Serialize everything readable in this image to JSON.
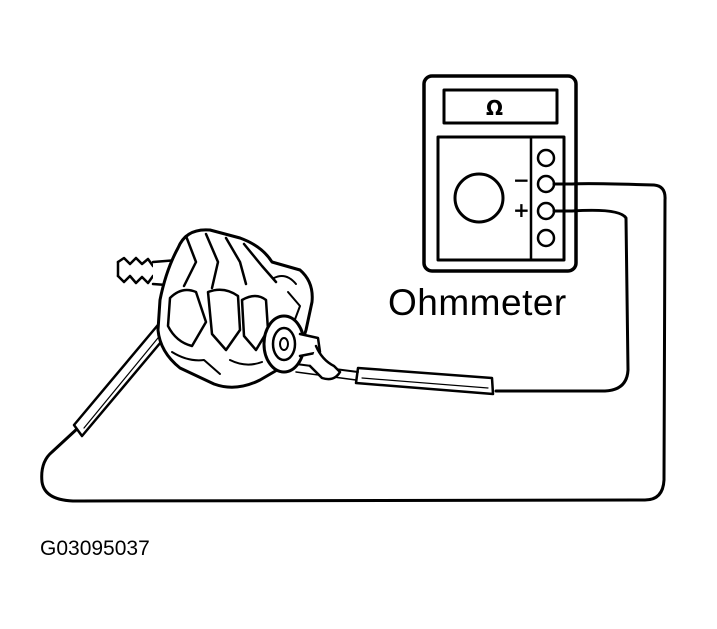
{
  "diagram": {
    "meter_label": "Ohmmeter",
    "figure_id": "G03095037",
    "display_symbol": "Ω",
    "minus_sign": "−",
    "plus_sign": "+",
    "colors": {
      "line": "#000000",
      "background": "#ffffff"
    },
    "icons": [
      "ohmmeter-icon",
      "rotor-assembly-icon",
      "test-probe-icon"
    ]
  }
}
